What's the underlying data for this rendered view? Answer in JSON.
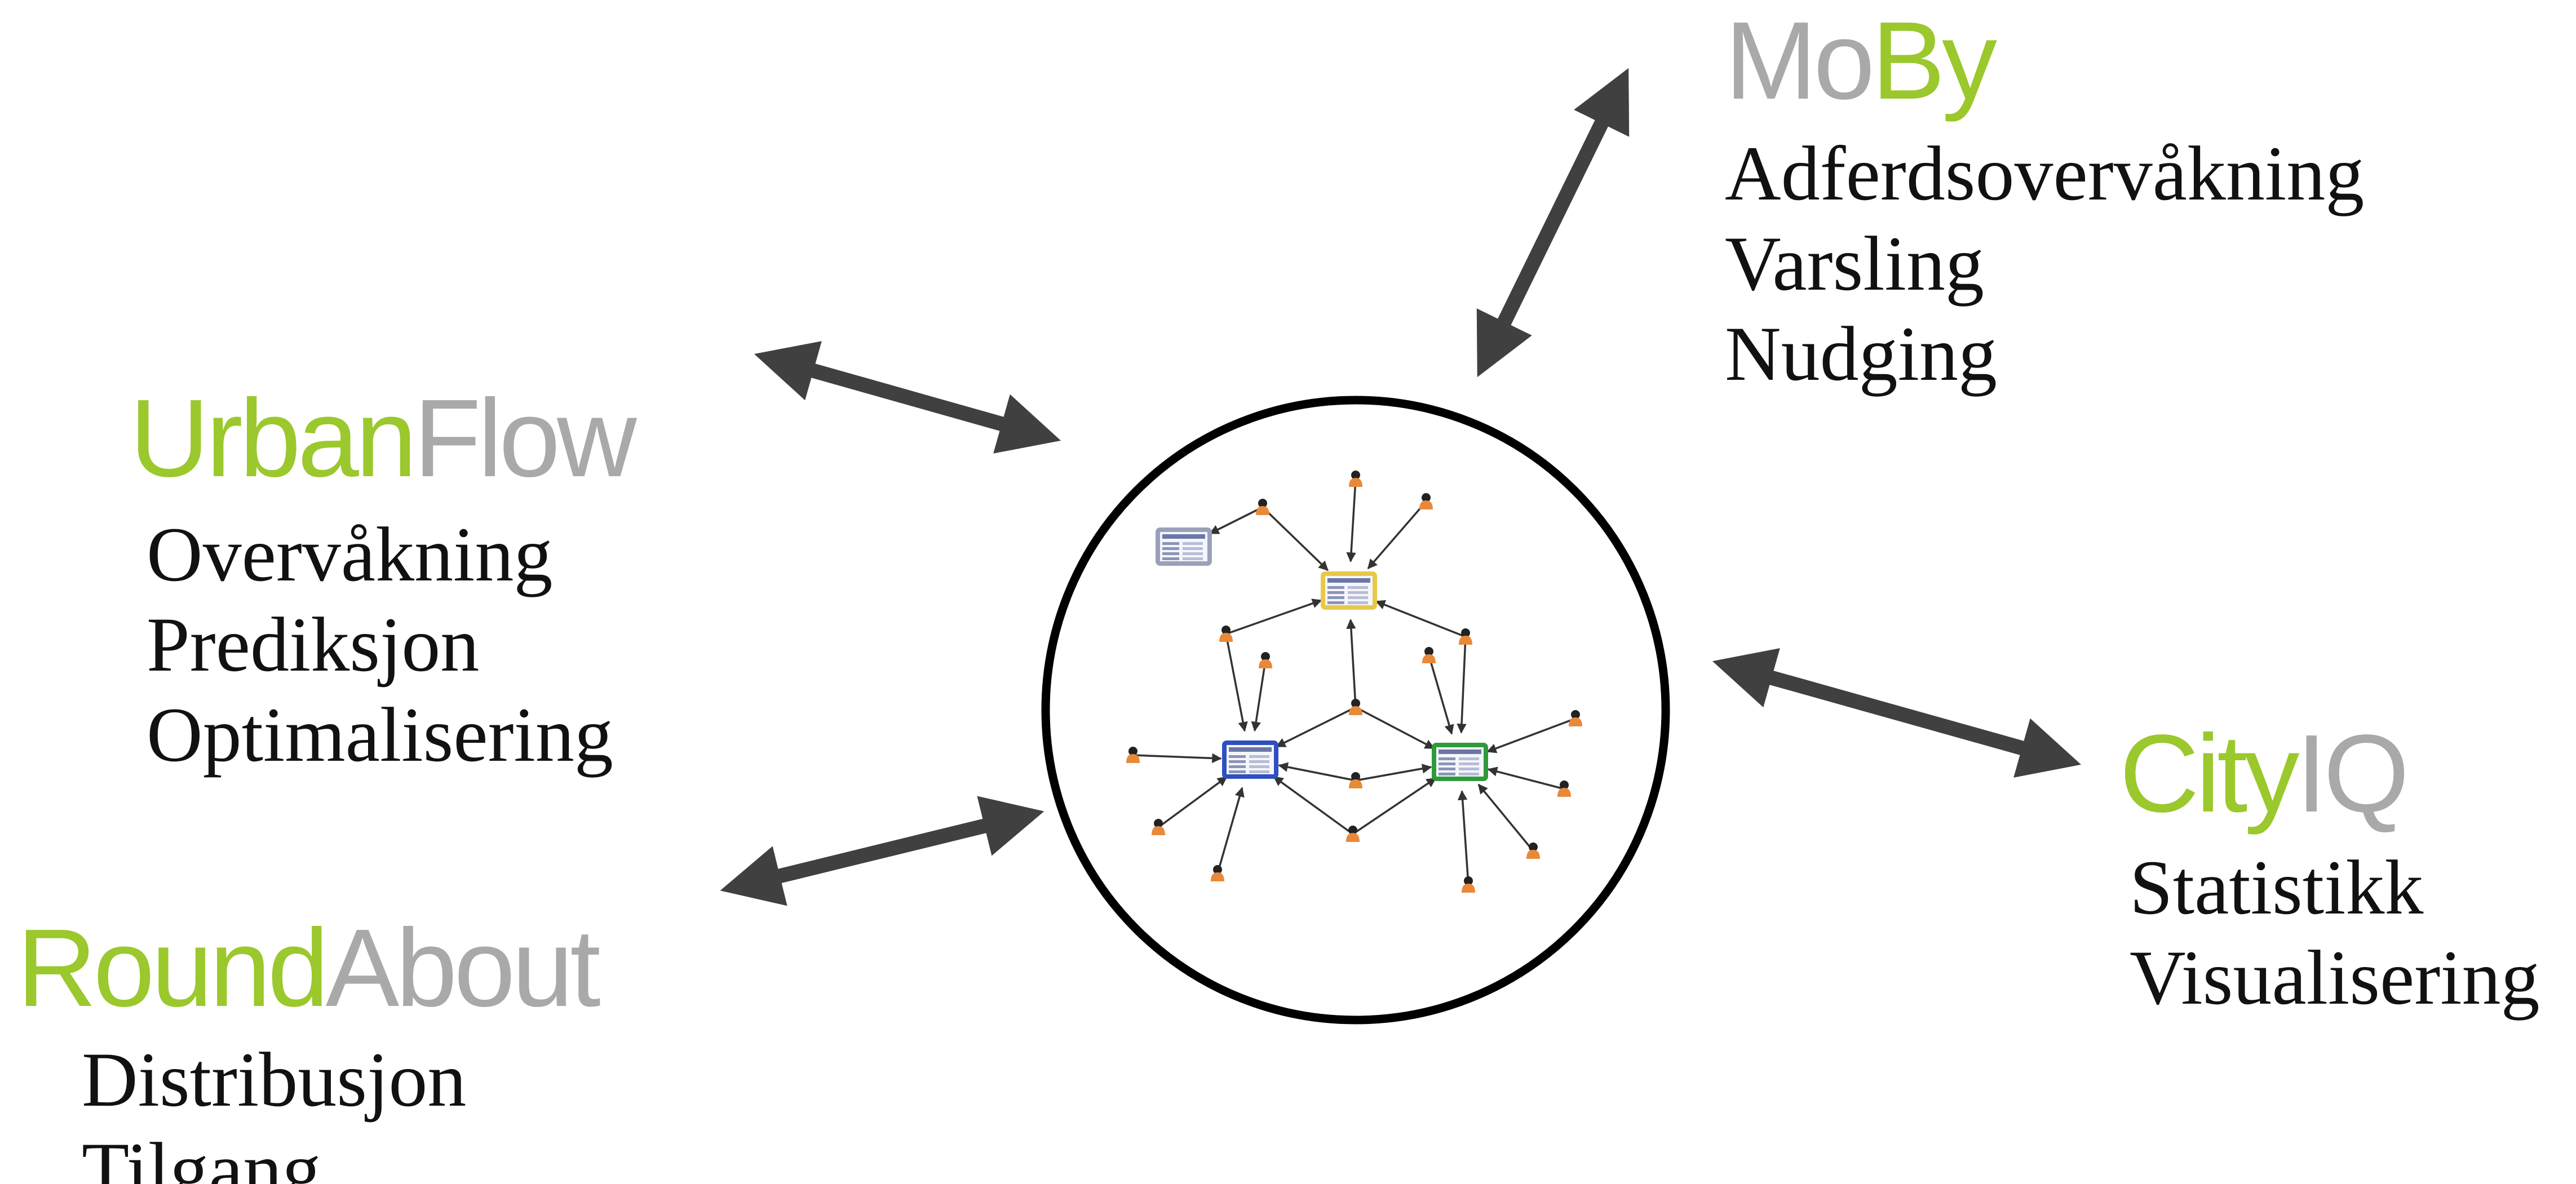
{
  "modules": {
    "moby": {
      "title_part1": "Mo",
      "title_part2": "By",
      "items": [
        "Adferdsovervåkning",
        "Varsling",
        "Nudging"
      ]
    },
    "urbanflow": {
      "title_part1": "Urban",
      "title_part2": "Flow",
      "items": [
        "Overvåkning",
        "Prediksjon",
        "Optimalisering"
      ]
    },
    "cityiq": {
      "title_part1": "City",
      "title_part2": "IQ",
      "items": [
        "Statistikk",
        "Visualisering"
      ]
    },
    "roundabout": {
      "title_part1": "Round",
      "title_part2": "About",
      "items": [
        "Distribusjon",
        "Tilgang"
      ]
    }
  },
  "colors": {
    "accent_green": "#9bc82c",
    "label_grey": "#a9a9a9",
    "arrow": "#404040",
    "hub_circle": "#000000",
    "person_node": "#e8893a",
    "box_yellow": "#e8c84a",
    "box_blue": "#2f4fc0",
    "box_green": "#2f9a3a",
    "box_plain": "#9aa0b8"
  },
  "icons": {
    "hub": "network-graph-icon",
    "person": "person-icon",
    "dashboard": "dashboard-box-icon",
    "arrow": "double-arrow-icon"
  }
}
